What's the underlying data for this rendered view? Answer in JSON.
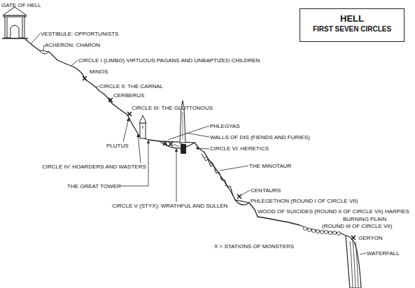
{
  "diagram": {
    "nodes": [
      {
        "text": [
          "HELL",
          "FIRST SEVEN CIRCLES"
        ]
      }
    ],
    "labels": [
      "GATE OF HELL",
      "VESTIBULE: OPPORTUNISTS",
      "ACHERON: CHARON",
      "CIRCLE I (LIMBO) VIRTUOUS PAGANS AND UNBAPTIZED CHILDREN",
      "MINOS",
      "CIRCLE II: THE CARNAL",
      "CERBERUS",
      "CIRCLE III: THE GLUTTONOUS",
      "PLUTUS",
      "CIRCLE IV: HOARDERS AND WASTERS",
      "THE GREAT TOWER",
      "CIRCLE V (STYX): WRATHFUL AND SULLEN",
      "PHLEGYAS",
      "WALLS OF DIS (FIENDS AND FURIES)",
      "CIRCLE VI: HERETICS",
      "THE MINOTAUR",
      "CENTAURS",
      "PHLEGETHON (ROUND I OF CIRCLE VII)",
      "WOOD OF SUICIDES (ROUND II OF CIRCLE VII) HARPIES",
      "BURNING PLAIN (ROUND III OF CIRCLE VII)",
      "GERYON",
      "WATERFALL",
      "X = STATIONS OF MONSTERS"
    ]
  }
}
